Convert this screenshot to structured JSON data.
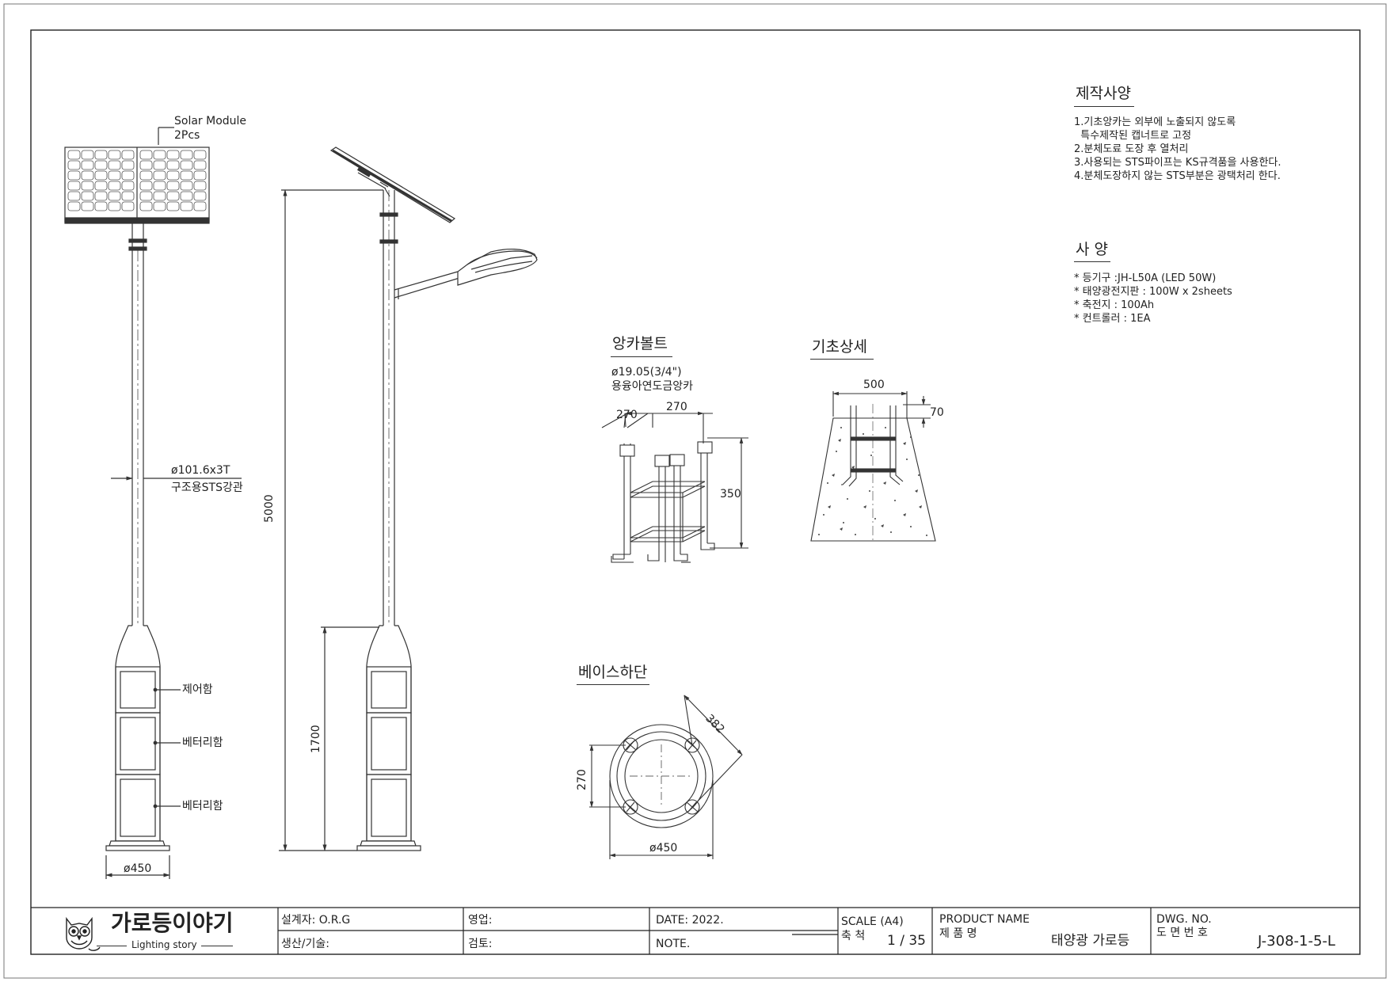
{
  "labels": {
    "solar_module": "Solar Module",
    "solar_count": "2Pcs",
    "pole_spec": "ø101.6x3T",
    "pole_material": "구조용STS강관",
    "control_box": "제어함",
    "battery_box_1": "베터리함",
    "battery_box_2": "베터리함",
    "base_dia_front": "ø450",
    "height_total": "5000",
    "height_base": "1700"
  },
  "spec_notes": {
    "title": "제작사양",
    "lines": [
      "1.기초앙카는 외부에 노출되지 않도록",
      "  특수제작된 캡너트로 고정",
      "2.분체도료 도장 후 열처리",
      "3.사용되는 STS파이프는 KS규격품을 사용한다.",
      "4.분체도장하지 않는 STS부분은 광택처리 한다."
    ]
  },
  "spec": {
    "title": "사 양",
    "lines": [
      "* 등기구 :JH-L50A (LED 50W)",
      "* 태양광전지판 : 100W x 2sheets",
      "* 축전지 : 100Ah",
      "* 컨트롤러 : 1EA"
    ]
  },
  "anchor": {
    "title": "앙카볼트",
    "desc1": "ø19.05(3/4\")",
    "desc2": "용융아연도금앙카",
    "dim_a": "270",
    "dim_b": "270",
    "dim_h": "350"
  },
  "foundation": {
    "title": "기초상세",
    "dim_w": "500",
    "dim_t": "70"
  },
  "base_bottom": {
    "title": "베이스하단",
    "dim_diag": "382",
    "dim_side": "270",
    "dim_dia": "ø450"
  },
  "title_block": {
    "company_name": "가로등이야기",
    "company_en": "Lighting story",
    "designer": "설계자: O.R.G",
    "production": "생산/기술:",
    "sales": "영업:",
    "review": "검토:",
    "date": "DATE: 2022.",
    "note": "NOTE.",
    "scale_label": "SCALE (A4)",
    "scale_ko": "축 척",
    "scale_value": "1 / 35",
    "product_label": "PRODUCT NAME",
    "product_ko": "제 품 명",
    "product_value": "태양광 가로등",
    "dwg_label": "DWG. NO.",
    "dwg_ko": "도 면 번 호",
    "dwg_value": "J-308-1-5-L"
  }
}
